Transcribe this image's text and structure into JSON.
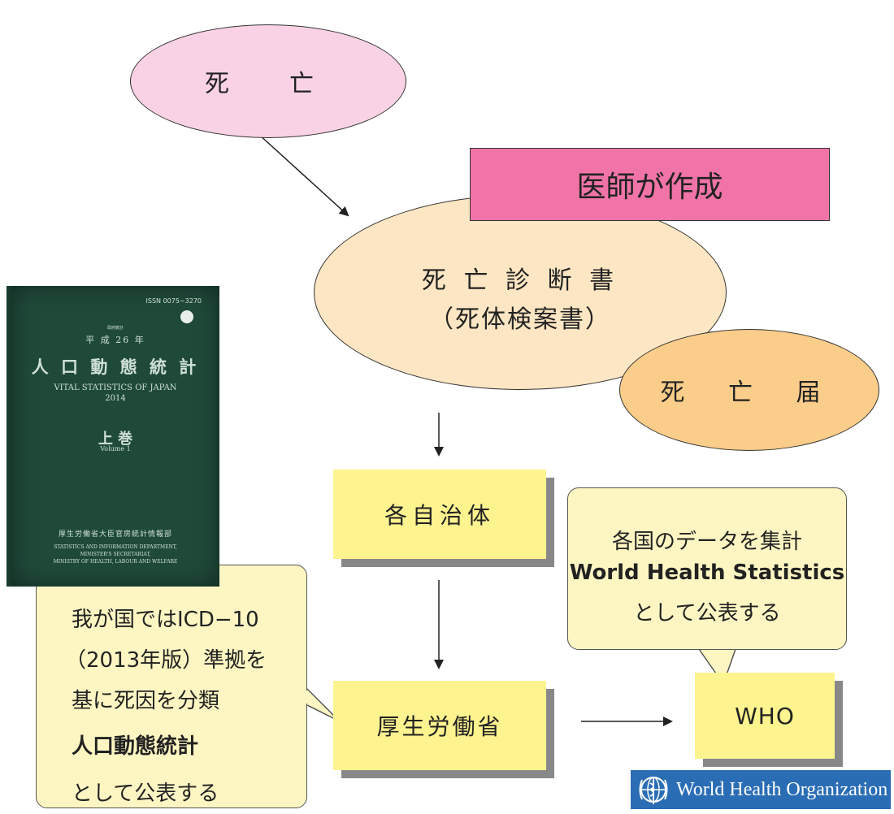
{
  "nodes": {
    "death": "死　亡",
    "certificate_line1": "死 亡 診 断 書",
    "certificate_line2": "（死体検案書）",
    "doctor": "医師が作成",
    "todoke": "死 亡 届",
    "municipalities": "各自治体",
    "mhlw": "厚生労働省",
    "who": "WHO"
  },
  "callout_left": {
    "line1": "我が国ではICD−10",
    "line2": "（2013年版）準拠を",
    "line3": "基に死因を分類",
    "line4": "人口動態統計",
    "line5": "として公表する"
  },
  "callout_right": {
    "line1": "各国のデータを集計",
    "line2": "World Health Statistics",
    "line3": "として公表する"
  },
  "book": {
    "issn": "ISSN 0075−3270",
    "seal": "政府統計",
    "year": "平 成 26 年",
    "title": "人 口 動 態 統 計",
    "en_title": "VITAL STATISTICS OF JAPAN",
    "en_year": "2014",
    "volume": "上 巻",
    "volume_en": "Volume 1",
    "publisher": "厚生労働省大臣官房統計情報部",
    "pub_en1": "STATISTICS AND INFORMATION DEPARTMENT,",
    "pub_en2": "MINISTER'S SECRETARIAT,",
    "pub_en3": "MINISTRY OF HEALTH, LABOUR AND WELFARE"
  },
  "who_logo_text": "World Health Organization",
  "colors": {
    "death": "#f9d3e5",
    "certificate": "#fde6c3",
    "todoke": "#fbcd8a",
    "doctor": "#f074a8",
    "note": "#fdf38f",
    "callout": "#fdf6c3",
    "book": "#1f4a3a",
    "who_logo": "#2a6db5"
  }
}
